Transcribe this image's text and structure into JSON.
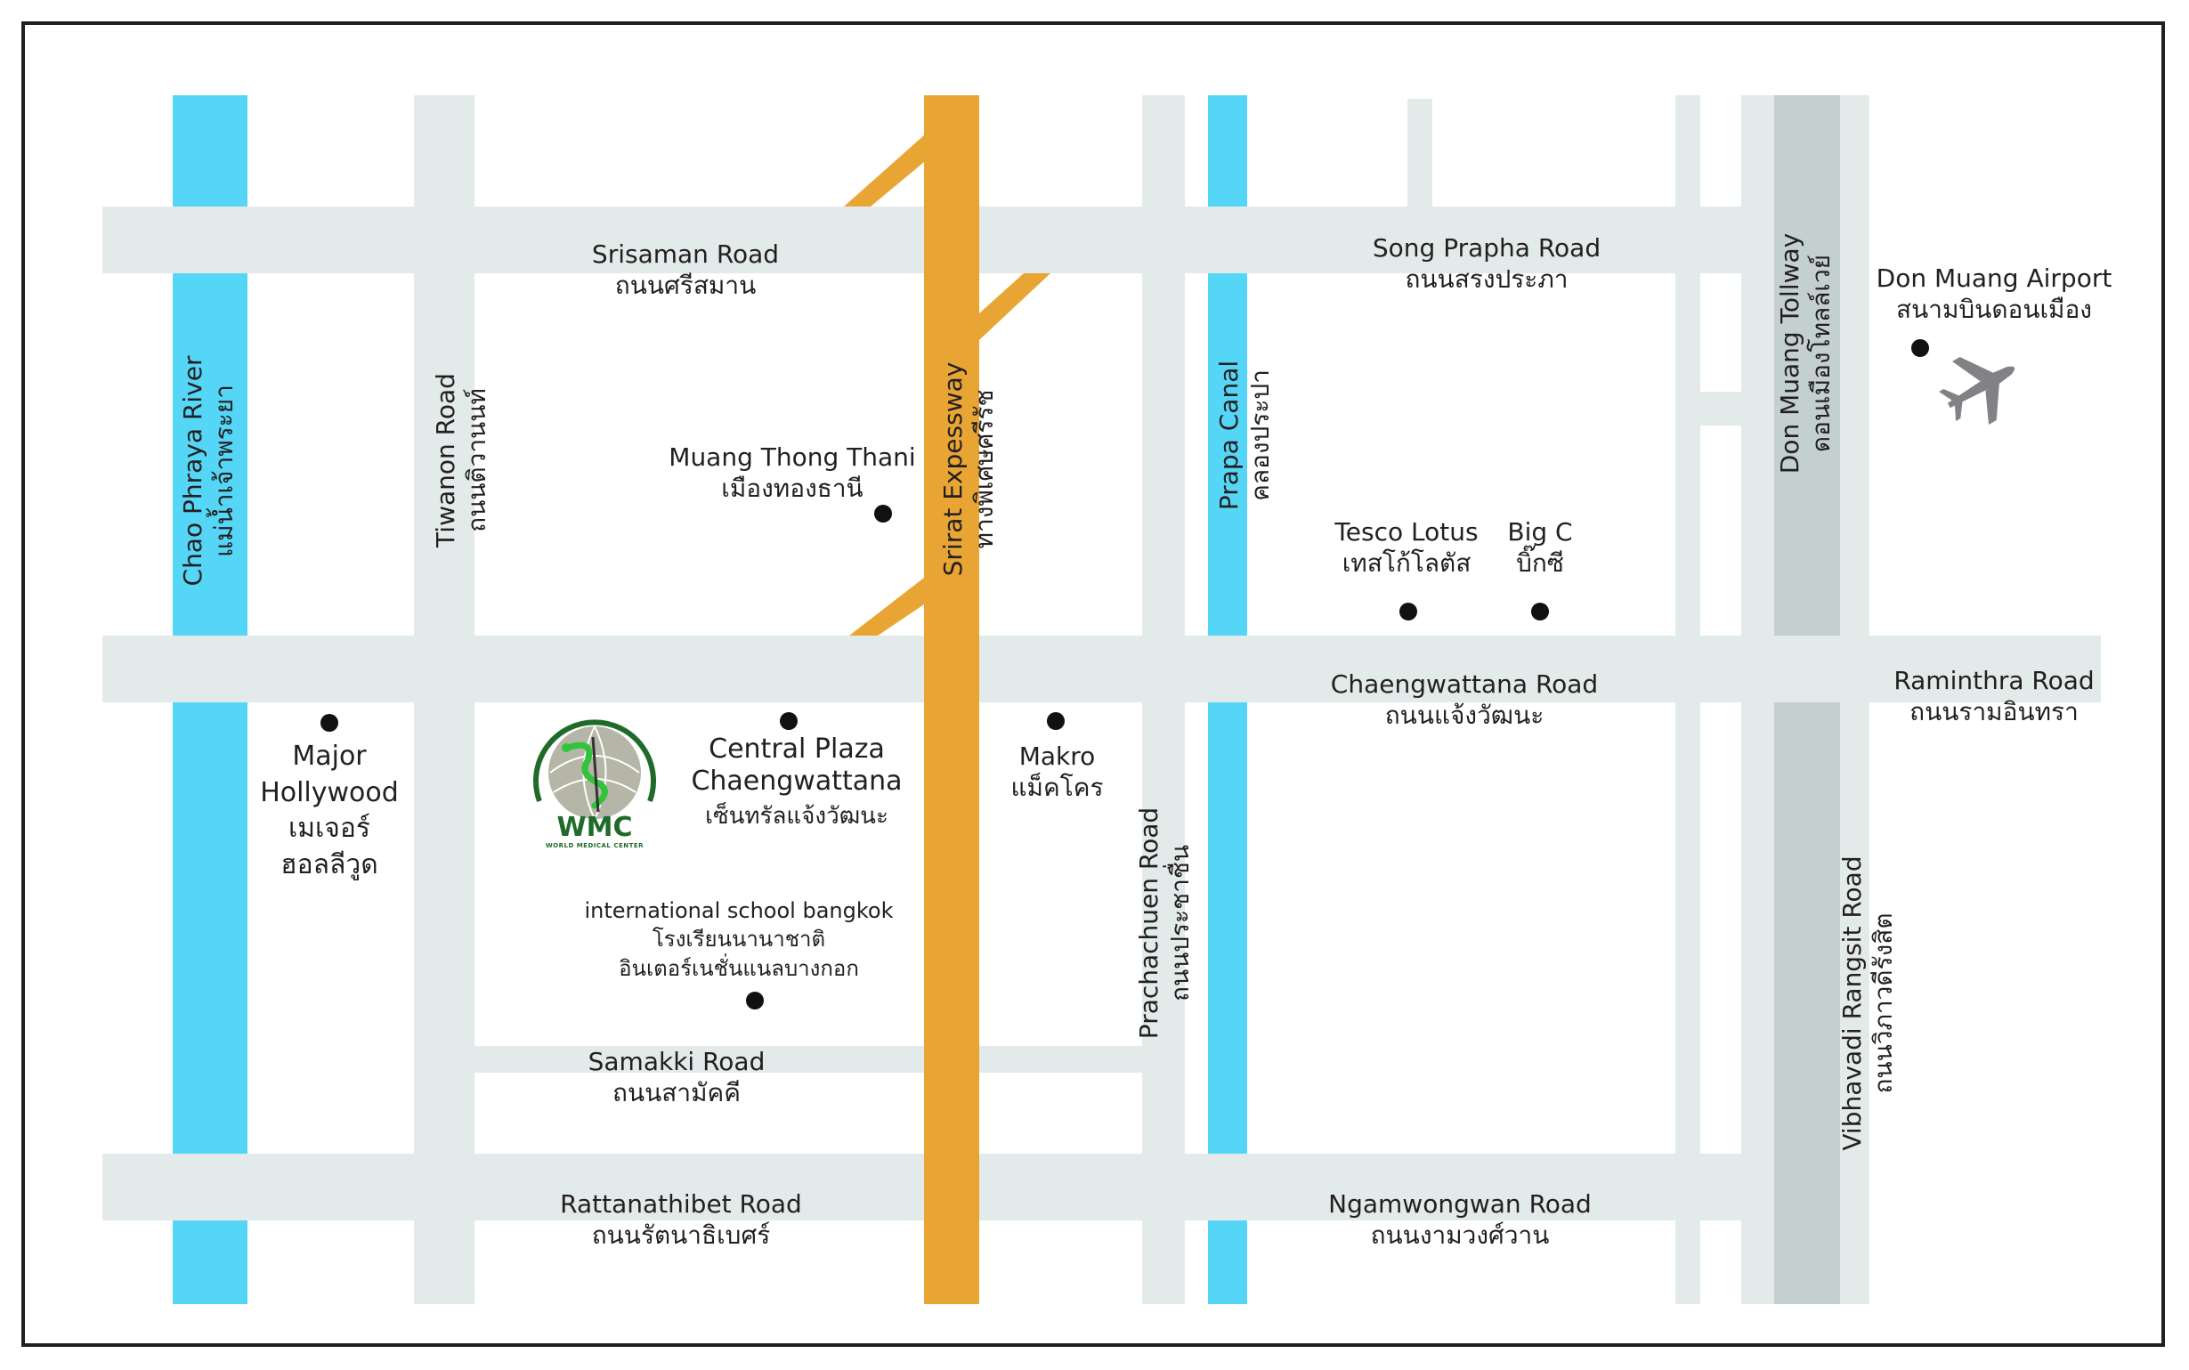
{
  "roads": {
    "srisaman": {
      "en": "Srisaman Road",
      "th": "ถนนศรีสมาน"
    },
    "song_prapha": {
      "en": "Song Prapha Road",
      "th": "ถนนสรงประภา"
    },
    "chaengwattana": {
      "en": "Chaengwattana Road",
      "th": "ถนนแจ้งวัฒนะ"
    },
    "raminthra": {
      "en": "Raminthra Road",
      "th": "ถนนรามอินทรา"
    },
    "samakki": {
      "en": "Samakki Road",
      "th": "ถนนสามัคคี"
    },
    "rattanathibet": {
      "en": "Rattanathibet Road",
      "th": "ถนนรัตนาธิเบศร์"
    },
    "ngamwongwan": {
      "en": "Ngamwongwan Road",
      "th": "ถนนงามวงศ์วาน"
    },
    "tiwanon": {
      "en": "Tiwanon Road",
      "th": "ถนนติวานนท์"
    },
    "prachachuen": {
      "en": "Prachachuen Road",
      "th": "ถนนประชาชื่น"
    },
    "vibhavadi": {
      "en": "Vibhavadi Rangsit Road",
      "th": "ถนนวิภาวดีรังสิต"
    },
    "srirat": {
      "en": "Srirat Expessway",
      "th": "ทางพิเศษศรีรัช"
    },
    "tollway": {
      "en": "Don Muang Tollway",
      "th": "ดอนเมืองโทลล์เวย์"
    }
  },
  "waterways": {
    "chao_phraya": {
      "en": "Chao Phraya River",
      "th": "แม่น้ำเจ้าพระยา"
    },
    "prapa": {
      "en": "Prapa Canal",
      "th": "คลองประปา"
    }
  },
  "places": {
    "airport": {
      "en": "Don Muang Airport",
      "th": "สนามบินดอนเมือง"
    },
    "muang_thong": {
      "en": "Muang Thong Thani",
      "th": "เมืองทองธานี"
    },
    "tesco": {
      "en": "Tesco Lotus",
      "th": "เทสโก้โลตัส"
    },
    "bigc": {
      "en": "Big C",
      "th": "บิ๊กซี"
    },
    "major": {
      "en1": "Major",
      "en2": "Hollywood",
      "th1": "เมเจอร์",
      "th2": "ฮอลลีวูด"
    },
    "central": {
      "en1": "Central Plaza",
      "en2": "Chaengwattana",
      "th": "เซ็นทรัลแจ้งวัฒนะ"
    },
    "makro": {
      "en": "Makro",
      "th": "แม็คโคร"
    },
    "isb": {
      "en": "international school bangkok",
      "th1": "โรงเรียนนานาชาติ",
      "th2": "อินเตอร์เนชั่นแนลบางกอก"
    }
  },
  "logo": {
    "abbr": "WMC",
    "full": "WORLD MEDICAL CENTER"
  },
  "colors": {
    "river": "#55d6f7",
    "expressway": "#e8a534",
    "road": "#e3eaea",
    "tollway": "#c3d0cf",
    "logo_green": "#1f6b2a"
  }
}
